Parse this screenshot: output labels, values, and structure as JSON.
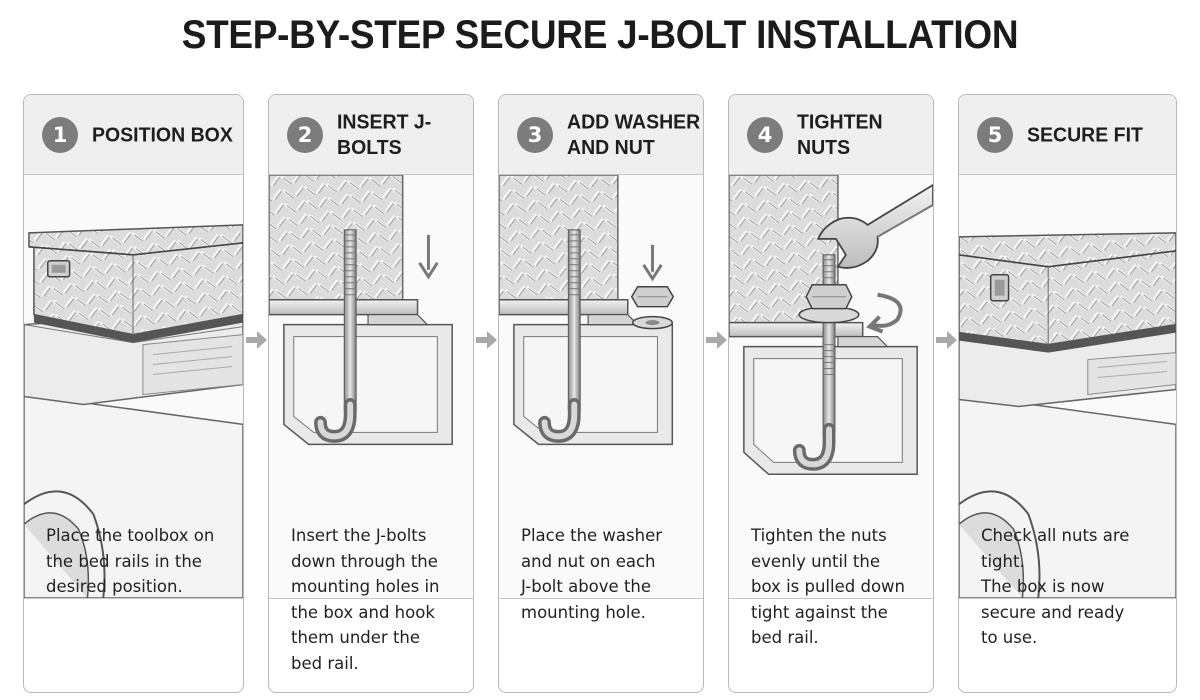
{
  "title": "STEP-BY-STEP SECURE J-BOLT INSTALLATION",
  "steps": [
    {
      "number": "1",
      "title": "POSITION BOX",
      "text": "Place the toolbox on\nthe bed rails in the\ndesired position."
    },
    {
      "number": "2",
      "title": "INSERT J-BOLTS",
      "text": "Insert the J-bolts\ndown through the\nmounting holes in\nthe box and hook\nthem under the\nbed rail."
    },
    {
      "number": "3",
      "title": "ADD WASHER\nAND NUT",
      "text": "Place the washer\nand nut on each\nJ-bolt above the\nmounting hole."
    },
    {
      "number": "4",
      "title": "TIGHTEN NUTS",
      "text": "Tighten the nuts\nevenly until the\nbox is pulled down\ntight against the\nbed rail."
    },
    {
      "number": "5",
      "title": "SECURE FIT",
      "text": "Check all nuts are tight.\nThe box is now\nsecure and ready\nto use."
    }
  ],
  "colors": {
    "badge": "#7c7c7c",
    "header_bg": "#efefef",
    "panel_border": "#b9b9b9",
    "flow_arrow": "#a9a9a9",
    "metal": "#d9d9d9"
  },
  "icons": {
    "flow_arrow": "right-arrow-icon",
    "down_arrow": "down-arrow-icon",
    "rotate_arrow": "rotate-arrow-icon"
  }
}
